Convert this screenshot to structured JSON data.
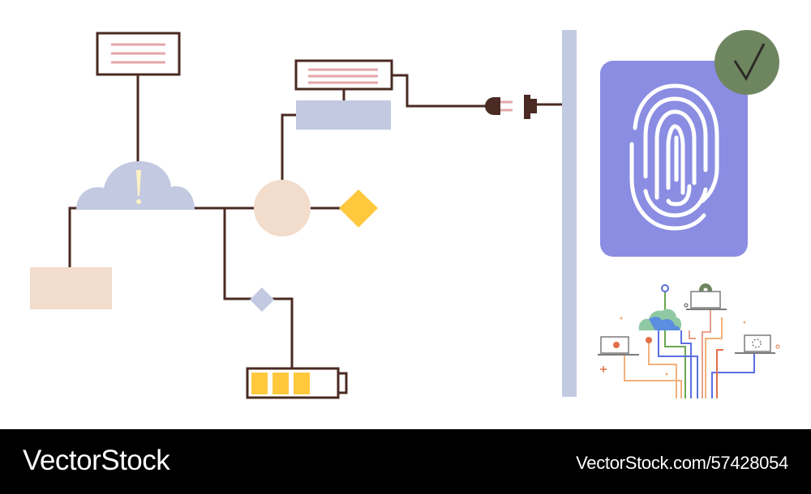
{
  "footer": {
    "brand": "VectorStock",
    "image_id": "VectorStock.com/57428054"
  },
  "colors": {
    "line": "#4a2a22",
    "cloud": "#c2c9e1",
    "circle": "#f2dccb",
    "diamond": "#ffc83d",
    "fingerprint_panel": "#8a8de2",
    "check_badge": "#6e8660",
    "post": "#c2cae2",
    "battery_cell": "#ffc83d"
  },
  "icons": [
    "server-icon",
    "cloud-alert-icon",
    "battery-icon",
    "plug-icon",
    "fingerprint-icon",
    "check-icon",
    "network-icon"
  ],
  "battery": {
    "charge_cells": 3,
    "cells_total": 3
  }
}
